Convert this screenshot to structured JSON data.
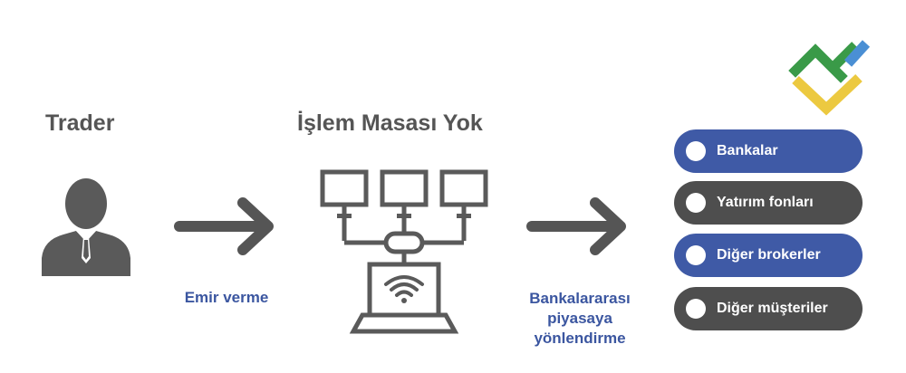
{
  "trader": {
    "title": "Trader",
    "caption": "Emir verme"
  },
  "desk": {
    "title": "İşlem Masası Yok"
  },
  "routing": {
    "caption_lines": [
      "Bankalararası",
      "piyasaya",
      "yönlendirme"
    ]
  },
  "destinations": [
    {
      "label": "Bankalar",
      "color": "#3f5aa6"
    },
    {
      "label": "Yatırım fonları",
      "color": "#4e4e4e"
    },
    {
      "label": "Diğer brokerler",
      "color": "#3f5aa6"
    },
    {
      "label": "Diğer müşteriler",
      "color": "#4e4e4e"
    }
  ],
  "colors": {
    "icon": "#5a5a5a",
    "caption": "#3b56a0",
    "logo_green": "#3a9a48",
    "logo_blue": "#4a8fd4",
    "logo_yellow": "#ecc940"
  },
  "icons": [
    "trader-person-icon",
    "arrow-right-icon",
    "network-computers-icon",
    "laptop-wifi-icon",
    "brand-logo-icon"
  ]
}
